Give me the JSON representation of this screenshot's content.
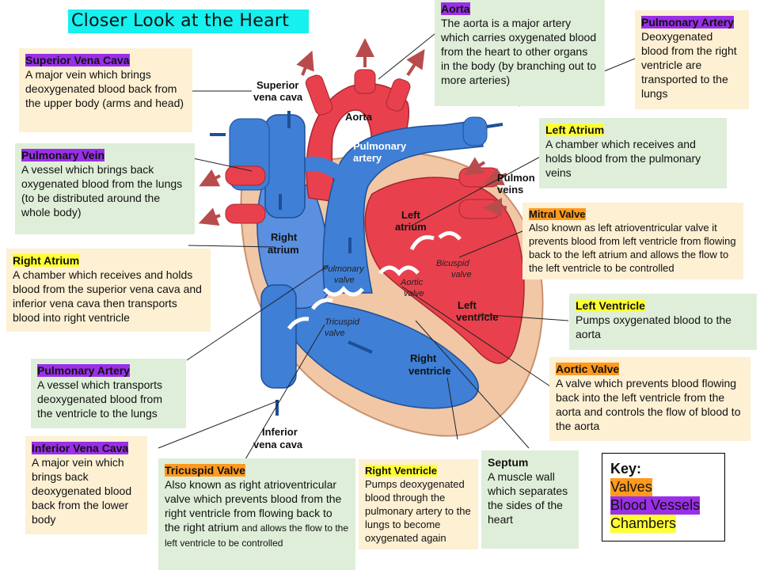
{
  "title": "Closer Look at the Heart",
  "boxes": {
    "aorta": {
      "head": "Aorta",
      "body": "The aorta is a major artery which carries oxygenated blood from the heart to other organs in the body (by branching out to more arteries)"
    },
    "pulmonary_artery_top": {
      "head": "Pulmonary Artery",
      "body": "Deoxygenated blood from the right ventricle are transported to the lungs"
    },
    "superior_vena_cava": {
      "head": "Superior Vena Cava",
      "body": "A major vein which brings deoxygenated blood back from the upper body (arms and head)"
    },
    "pulmonary_vein": {
      "head": "Pulmonary Vein",
      "body": "A vessel which brings back oxygenated blood from the lungs (to be distributed around the whole body)"
    },
    "left_atrium": {
      "head": "Left Atrium",
      "body": "A chamber which receives and holds blood from the pulmonary veins"
    },
    "mitral_valve": {
      "head": "Mitral Valve",
      "body": "Also known as left atrioventricular valve it prevents blood from left ventricle from flowing back to the left atrium and allows the flow to the left ventricle to be controlled"
    },
    "right_atrium": {
      "head": "Right Atrium",
      "body": "A chamber which receives and holds blood from the superior vena cava and inferior vena cava then transports  blood into right ventricle"
    },
    "left_ventricle": {
      "head": "Left Ventricle",
      "body": "Pumps oxygenated blood to the aorta"
    },
    "pulmonary_artery_left": {
      "head": "Pulmonary Artery",
      "body": "A vessel which transports deoxygenated blood from the ventricle to the lungs"
    },
    "aortic_valve": {
      "head": "Aortic Valve",
      "body": "A valve which prevents blood flowing back into the left ventricle from the aorta and controls the flow of blood to the aorta"
    },
    "inferior_vena_cava": {
      "head": "Inferior Vena Cava",
      "body": "A major vein which brings back deoxygenated blood back from the lower body"
    },
    "tricuspid_valve": {
      "head": "Tricuspid Valve",
      "body": "Also known as right atrioventricular valve which prevents blood from the right ventricle from flowing back to the right atrium",
      "body_small": "and allows the flow to the left ventricle to be controlled"
    },
    "right_ventricle": {
      "head": "Right Ventricle",
      "body": "Pumps deoxygenated blood through the pulmonary artery to the lungs to become oxygenated again"
    },
    "septum": {
      "head": "Septum",
      "body": "A muscle wall which separates the sides of the heart"
    }
  },
  "key": {
    "title": "Key:",
    "valves": "Valves",
    "vessels": "Blood Vessels",
    "chambers": "Chambers"
  },
  "diagram_labels": {
    "superior_vena_cava_1": "Superior",
    "superior_vena_cava_2": "vena cava",
    "aorta": "Aorta",
    "pulmonary_artery_1": "Pulmonary",
    "pulmonary_artery_2": "artery",
    "pulmonary_veins_1": "Pulmon",
    "pulmonary_veins_2": "veins",
    "left_atrium_1": "Left",
    "left_atrium_2": "atrium",
    "right_atrium_1": "Right",
    "right_atrium_2": "atrium",
    "pulmonary_valve_1": "Pulmonary",
    "pulmonary_valve_2": "valve",
    "bicuspid_valve_1": "Bicuspid",
    "bicuspid_valve_2": "valve",
    "aortic_valve_1": "Aortic",
    "aortic_valve_2": "valve",
    "left_ventricle_1": "Left",
    "left_ventricle_2": "ventricle",
    "tricuspid_valve_1": "Tricuspid",
    "tricuspid_valve_2": "valve",
    "right_ventricle_1": "Right",
    "right_ventricle_2": "ventricle",
    "inferior_vena_cava_1": "Inferior",
    "inferior_vena_cava_2": "vena cava"
  },
  "colors": {
    "vessel_highlight": "#9a2fe8",
    "chamber_highlight": "#ffff33",
    "valve_highlight": "#ff9a1e",
    "title_background": "#16f0ee",
    "oxygenated_red": "#e8414d",
    "deoxygenated_blue": "#3f7fd6",
    "tan_box": "#fdf0d3",
    "green_box": "#dfeed8"
  }
}
